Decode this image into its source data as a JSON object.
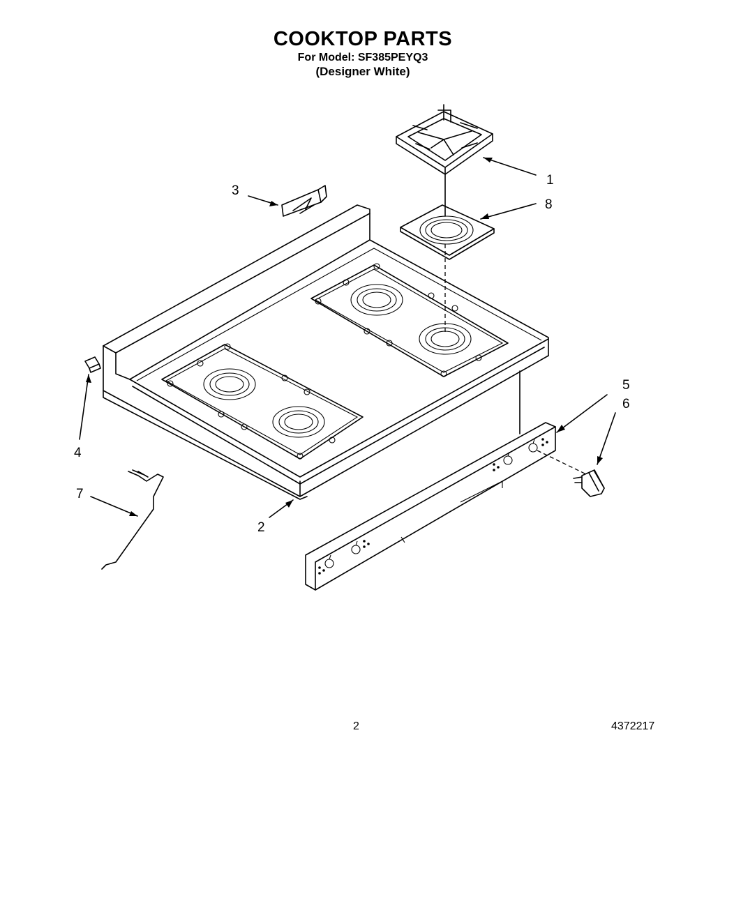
{
  "header": {
    "title": "COOKTOP PARTS",
    "model_line": "For Model: SF385PEYQ3",
    "color_line": "(Designer White)"
  },
  "callouts": [
    {
      "id": "grate",
      "label": "1"
    },
    {
      "id": "cooktop",
      "label": "2"
    },
    {
      "id": "bracket",
      "label": "3"
    },
    {
      "id": "clip",
      "label": "4"
    },
    {
      "id": "manifold-panel",
      "label": "5"
    },
    {
      "id": "knob",
      "label": "6"
    },
    {
      "id": "wire",
      "label": "7"
    },
    {
      "id": "burner-bowl",
      "label": "8"
    }
  ],
  "footer": {
    "page_number": "2",
    "document_number": "4372217"
  }
}
